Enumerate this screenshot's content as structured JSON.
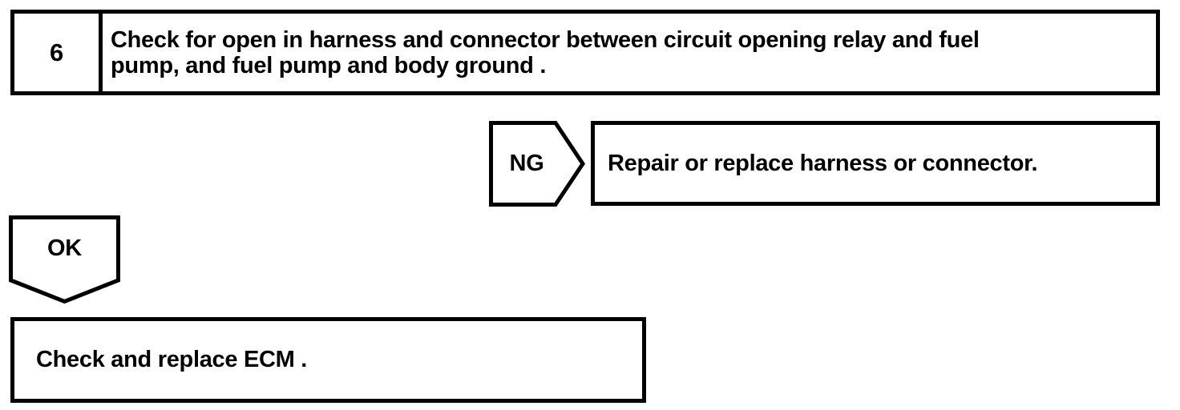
{
  "page": {
    "background_color": "#ffffff",
    "ink_color": "#000000"
  },
  "flowchart": {
    "step_box": {
      "number": "6",
      "instruction_lines": [
        "Check for open in harness and connector between circuit opening relay and fuel",
        "pump, and fuel pump and body ground ."
      ]
    },
    "ng_branch": {
      "connector_label": "NG",
      "action": "Repair or replace harness or connector."
    },
    "ok_branch": {
      "connector_label": "OK",
      "action": "Check and replace ECM ."
    }
  }
}
